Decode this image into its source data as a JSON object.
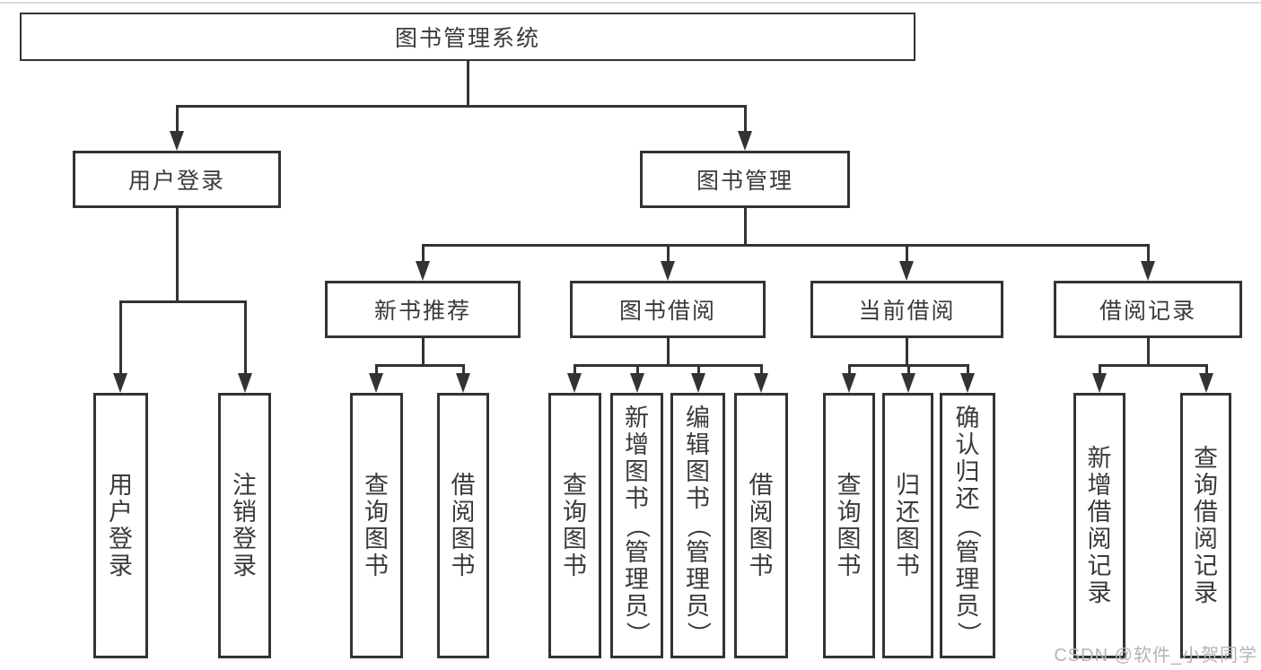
{
  "page": {
    "background": "#ffffff"
  },
  "colors": {
    "line": "#333333",
    "box_border": "#333333",
    "text": "#3a3a3a",
    "watermark": "#b4b4b4",
    "background": "#ffffff"
  },
  "diagram": {
    "type": "hierarchy-tree",
    "root": {
      "label": "图书管理系统"
    },
    "user_login": {
      "label": "用户登录",
      "children": [
        {
          "label": "用户登录"
        },
        {
          "label": "注销登录"
        }
      ]
    },
    "book_management": {
      "label": "图书管理",
      "children": [
        {
          "label": "新书推荐",
          "children": [
            {
              "label": "查询图书"
            },
            {
              "label": "借阅图书"
            }
          ]
        },
        {
          "label": "图书借阅",
          "children": [
            {
              "label": "查询图书"
            },
            {
              "label": "新增图书（管理员）"
            },
            {
              "label": "编辑图书（管理员）"
            },
            {
              "label": "借阅图书"
            }
          ]
        },
        {
          "label": "当前借阅",
          "children": [
            {
              "label": "查询图书"
            },
            {
              "label": "归还图书"
            },
            {
              "label": "确认归还（管理员）"
            }
          ]
        },
        {
          "label": "借阅记录",
          "children": [
            {
              "label": "新增借阅记录"
            },
            {
              "label": "查询借阅记录"
            }
          ]
        }
      ]
    }
  },
  "watermark": {
    "text": "CSDN @软件_小贺同学"
  }
}
